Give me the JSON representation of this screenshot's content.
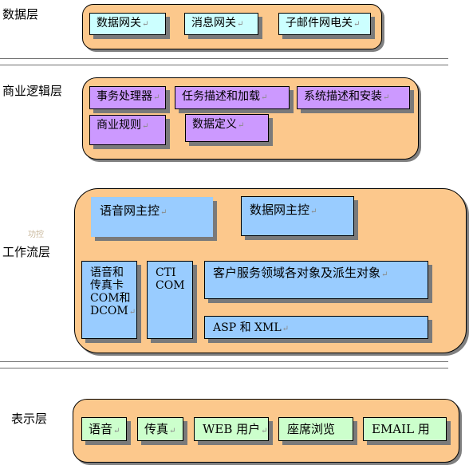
{
  "layers": {
    "data_layer": {
      "label": "数据层",
      "boxes": [
        "数据网关",
        "消息网关",
        "子邮件网电关"
      ]
    },
    "business_layer": {
      "label": "商业逻辑层",
      "boxes": [
        "事务处理器",
        "任务描述和加载",
        "系统描述和安装",
        "商业规则",
        "数据定义"
      ]
    },
    "workflow_layer": {
      "label": "工作流层",
      "faint_label": "功控",
      "voice_control": "语音网主控",
      "data_control": "数据网主控",
      "voice_fax": [
        "语音和",
        "传真卡",
        "COM和",
        "DCOM"
      ],
      "cti": [
        "CTI",
        "COM"
      ],
      "customer_service": "客户服务领域各对象及派生对象",
      "asp_xml": "ASP 和 XML"
    },
    "presentation_layer": {
      "label": "表示层",
      "boxes": [
        "语音",
        "传真",
        "WEB 用户",
        "座席浏览",
        "EMAIL 用"
      ]
    }
  },
  "paragraph_mark": "↵",
  "colors": {
    "panel": "#fcc88c",
    "data_boxes": "#ccffff",
    "business_boxes": "#cc99ff",
    "workflow_boxes": "#99ccff",
    "presentation_boxes": "#ccffcc"
  }
}
